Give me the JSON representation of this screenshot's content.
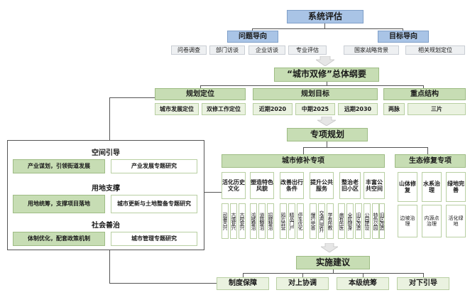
{
  "top": {
    "system_eval": "系统评估",
    "problem_oriented": "问题导向",
    "goal_oriented": "目标导向",
    "problem_items": [
      "问卷调查",
      "部门访谈",
      "企业访谈",
      "专业评估"
    ],
    "goal_items": [
      "国家战略背景",
      "相关规划定位"
    ]
  },
  "outline": {
    "title": "“城市双修”总体纲要",
    "columns": [
      {
        "title": "规划定位",
        "items": [
          "城市发展定位",
          "双修工作定位"
        ]
      },
      {
        "title": "规划目标",
        "items": [
          "近期2020",
          "中期2025",
          "远期2030"
        ]
      },
      {
        "title": "重点结构",
        "items": [
          "两脉",
          "三片"
        ]
      }
    ]
  },
  "special": {
    "title": "专项规划",
    "city_repair": {
      "title": "城市修补专项",
      "groups": [
        {
          "label": "活化历史文化",
          "subs": [
            "司署古兴",
            "古城复兴",
            "古校复兴"
          ]
        },
        {
          "label": "塑造特色风貌",
          "subs": [
            "鸿楼整治",
            "道路整治",
            "招牌整治"
          ]
        },
        {
          "label": "改善出行条件",
          "subs": [
            "鸦片弄营",
            "精品门户",
            "停车优化"
          ]
        },
        {
          "label": "提升公共服务",
          "subs": [
            "慢行完善",
            "交通口提升",
            "学有所教"
          ]
        },
        {
          "label": "整治老旧小区",
          "subs": [
            "病有所医",
            "全民健身",
            "旧区改造"
          ]
        },
        {
          "label": "丰富公共空间",
          "subs": [
            "公园建设",
            "特色公园",
            "旧区改造"
          ]
        }
      ]
    },
    "eco_repair": {
      "title": "生态修复专项",
      "groups": [
        {
          "label": "山体修复",
          "sub": "边坡治理"
        },
        {
          "label": "水系治理",
          "sub": "内源点治理"
        },
        {
          "label": "绿地完善",
          "sub": "活化绿地"
        }
      ]
    }
  },
  "implementation": {
    "title": "实施建议",
    "items": [
      "制度保障",
      "对上协调",
      "本级统筹",
      "对下引导"
    ]
  },
  "left_panel": {
    "sections": [
      {
        "title": "空间引导",
        "left": "产业谋划，引领街道发展",
        "right": "产业发展专题研究"
      },
      {
        "title": "用地支撑",
        "left": "用地统筹，支撑项目落地",
        "right": "城市更新与土地整备专题研究"
      },
      {
        "title": "社会善治",
        "left": "体制优化，配套政策机制",
        "right": "城市管理专题研究"
      }
    ]
  },
  "colors": {
    "blue": "#a9c4e6",
    "green": "#c7ddb4",
    "light_green": "#eaf2e0",
    "grey": "#eef0f2",
    "line": "#555555"
  }
}
